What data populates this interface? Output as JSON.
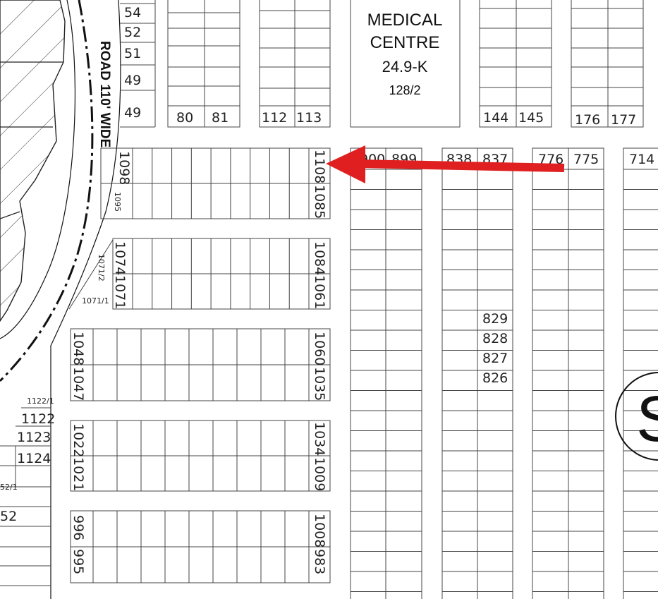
{
  "map": {
    "road_label": "ROAD 110' WIDE",
    "medical": {
      "line1": "MEDICAL",
      "line2": "CENTRE",
      "line3": "24.9-K",
      "line4": "128/2"
    },
    "sector_symbol": "S",
    "arrow_color": "#e02020",
    "top_left_plots": [
      "54",
      "52",
      "51",
      "49",
      "49"
    ],
    "top_plots": [
      "80",
      "81",
      "112",
      "113",
      "144",
      "145",
      "176",
      "177"
    ],
    "row_labels": {
      "r1_left": "1098",
      "r1_left_small": "1095",
      "r1_right_top": "1108",
      "r1_right_bottom": "1085",
      "r2_left_top": "1074",
      "r2_left_bottom": "1071",
      "r2_small_a": "1071/2",
      "r2_small_b": "1071/1",
      "r2_right_top": "1084",
      "r2_right_bottom": "1061",
      "r3_left_top": "1048",
      "r3_left_bottom": "1047",
      "r3_right_top": "1060",
      "r3_right_bottom": "1035",
      "r4_left_top": "1022",
      "r4_left_bottom": "1021",
      "r4_right_top": "1034",
      "r4_right_bottom": "1009",
      "r5_left_top": "996",
      "r5_left_bottom": "995",
      "r5_right_top": "1008",
      "r5_right_bottom": "983"
    },
    "column_tops": [
      "900",
      "899",
      "838",
      "837",
      "776",
      "775",
      "714"
    ],
    "column_mid": [
      "829",
      "828",
      "827",
      "826"
    ],
    "left_plots": [
      "1122/1",
      "1122",
      "1123",
      "1124",
      "52/1",
      "52"
    ]
  }
}
